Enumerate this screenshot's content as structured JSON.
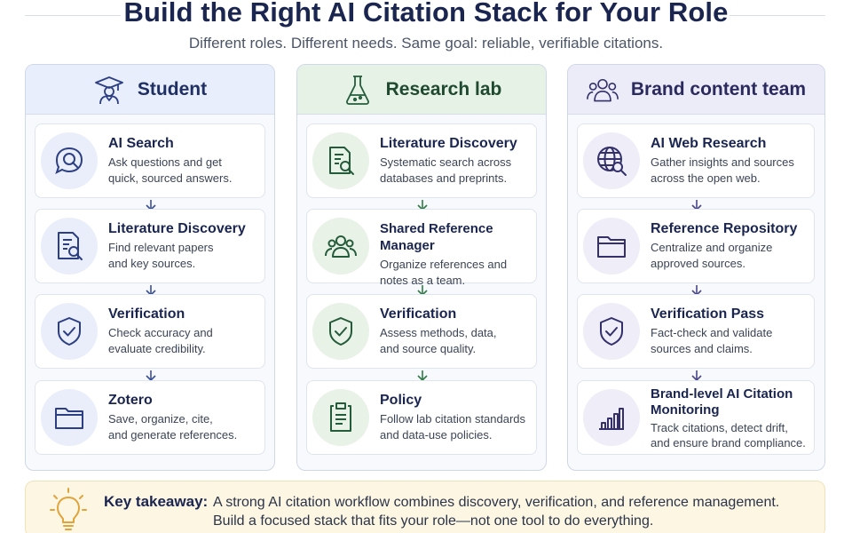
{
  "header": {
    "title": "Build the Right AI Citation Stack for Your Role",
    "subtitle": "Different roles. Different needs. Same goal: reliable, verifiable citations."
  },
  "columns": [
    {
      "title": "Student",
      "icon": "graduate-icon",
      "header_bg": "#e8eefb",
      "accent": "#2c3f84",
      "icon_bg": "#e9eefa",
      "arrow_color": "#3a4f9a",
      "cards": [
        {
          "title": "AI Search",
          "icon": "chat-search-icon",
          "desc1": "Ask questions and get",
          "desc2": "quick, sourced answers."
        },
        {
          "title": "Literature Discovery",
          "icon": "document-search-icon",
          "desc1": "Find relevant papers",
          "desc2": "and key sources."
        },
        {
          "title": "Verification",
          "icon": "shield-check-icon",
          "desc1": "Check accuracy and",
          "desc2": "evaluate credibility."
        },
        {
          "title": "Zotero",
          "icon": "folder-icon",
          "desc1": "Save, organize, cite,",
          "desc2": "and generate references."
        }
      ]
    },
    {
      "title": "Research lab",
      "icon": "flask-icon",
      "header_bg": "#e7f2e6",
      "accent": "#245b3a",
      "icon_bg": "#e8f2e7",
      "arrow_color": "#2f7a45",
      "cards": [
        {
          "title": "Literature Discovery",
          "icon": "document-search-icon",
          "desc1": "Systematic search across",
          "desc2": "databases and preprints."
        },
        {
          "title": "Shared Reference Manager",
          "icon": "team-icon",
          "desc1": "Organize references and",
          "desc2": "notes as a team."
        },
        {
          "title": "Verification",
          "icon": "shield-check-icon",
          "desc1": "Assess methods, data,",
          "desc2": "and source quality."
        },
        {
          "title": "Policy",
          "icon": "clipboard-icon",
          "desc1": "Follow lab citation standards",
          "desc2": "and data-use policies."
        }
      ]
    },
    {
      "title": "Brand content team",
      "icon": "people-group-icon",
      "header_bg": "#ecebf8",
      "accent": "#33306b",
      "icon_bg": "#eeedf8",
      "arrow_color": "#4a468f",
      "cards": [
        {
          "title": "AI Web Research",
          "icon": "globe-search-icon",
          "desc1": "Gather insights and sources",
          "desc2": "across the open web."
        },
        {
          "title": "Reference Repository",
          "icon": "folder-icon",
          "desc1": "Centralize and organize",
          "desc2": "approved sources."
        },
        {
          "title": "Verification Pass",
          "icon": "shield-check-icon",
          "desc1": "Fact-check and validate",
          "desc2": "sources and claims."
        },
        {
          "title1": "Brand-level AI Citation",
          "title2": "Monitoring",
          "icon": "bar-chart-icon",
          "desc1": "Track citations, detect drift,",
          "desc2": "and ensure brand compliance."
        }
      ]
    }
  ],
  "takeaway": {
    "icon": "lightbulb-icon",
    "label": "Key takeaway:",
    "line1": "A strong AI citation workflow combines discovery, verification, and reference management.",
    "line2": "Build a focused stack that fits your role—not one tool to do everything."
  }
}
